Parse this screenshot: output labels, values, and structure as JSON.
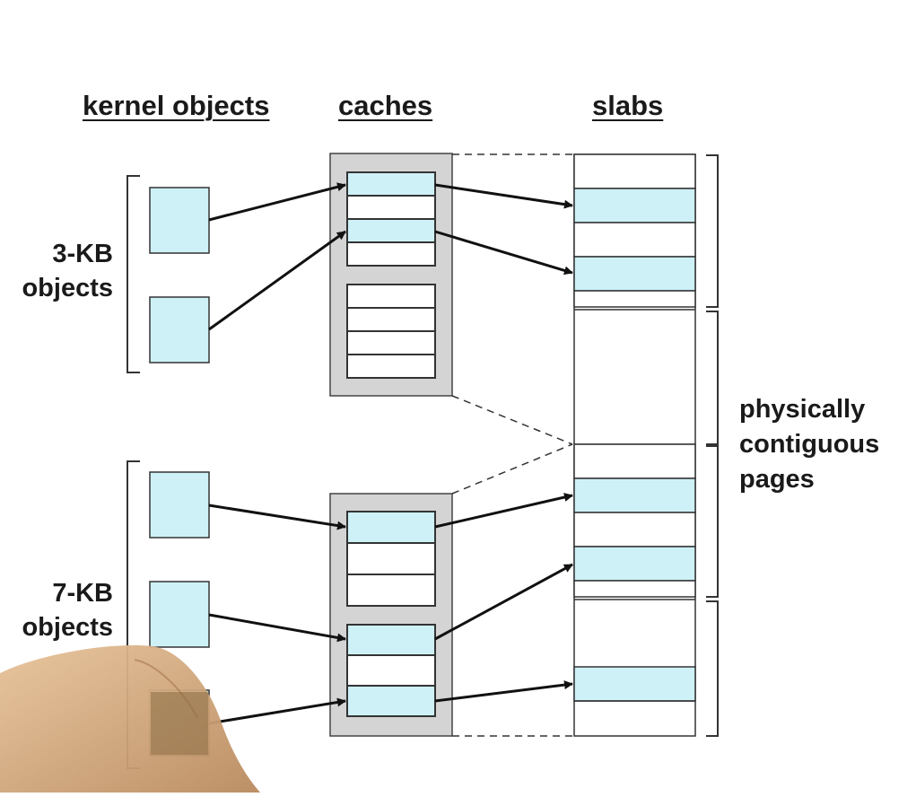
{
  "headers": {
    "kernel_objects": "kernel objects",
    "caches": "caches",
    "slabs": "slabs"
  },
  "groups": {
    "small": {
      "line1": "3-KB",
      "line2": "objects"
    },
    "large": {
      "line1": "7-KB",
      "line2": "objects"
    }
  },
  "side_note": {
    "line1": "physically",
    "line2": "contiguous",
    "line3": "pages"
  },
  "colors": {
    "object_fill": "#cdf1f7",
    "cache_bg": "#d4d4d4",
    "outline": "#333333",
    "arrow": "#111111",
    "hand": "#c49a6c"
  }
}
